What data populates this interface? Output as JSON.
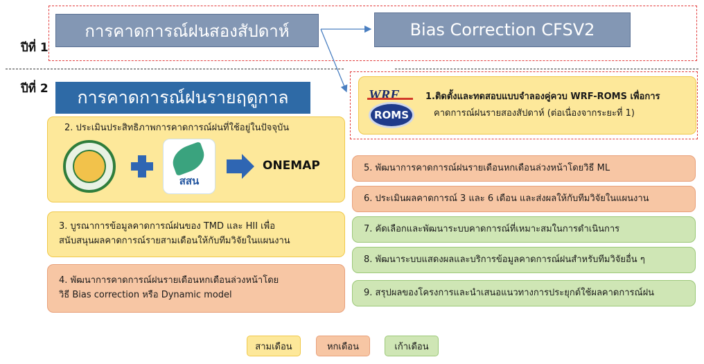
{
  "year1_label": "ปีที่ 1",
  "year2_label": "ปีที่ 2",
  "year1_title": "การคาดการณ์ฝนสองสัปดาห์",
  "bias_title": "Bias Correction CFSV2",
  "year2_title": "การคาดการณ์ฝนรายฤดูกาล",
  "item1_line1": "1.ติดตั้งและทดสอบแบบจำลองคู่ควบ WRF-ROMS เพื่อการ",
  "item1_line2": "คาดการณ์ฝนรายสองสัปดาห์ (ต่อเนื่องจากระยะที่ 1)",
  "wrf_logo": "WRF",
  "roms_logo": "ROMS",
  "item2": "2. ประเมินประสิทธิภาพการคาดการณ์ฝนที่ใช้อยู่ในปัจจุบัน",
  "hii_logo_text": "สสน",
  "onemap": "ONEMAP",
  "item3_line1": "3. บูรณาการข้อมูลคาดการณ์ฝนของ TMD และ HII เพื่อ",
  "item3_line2": "สนับสนุนผลคาดการณ์รายสามเดือนให้กับทีมวิจัยในแผนงาน",
  "item4_line1": "4. พัฒนาการคาดการณ์ฝนรายเดือนหกเดือนล่วงหน้าโดย",
  "item4_line2": "วิธี Bias correction หรือ Dynamic model",
  "item5": "5. พัฒนาการคาดการณ์ฝนรายเดือนหกเดือนล่วงหน้าโดยวิธี ML",
  "item6": "6. ประเมินผลคาดการณ์ 3 และ 6 เดือน และส่งผลให้กับทีมวิจัยในแผนงาน",
  "item7": "7. คัดเลือกและพัฒนาระบบคาดการณ์ที่เหมาะสมในการดำเนินการ",
  "item8": "8. พัฒนาระบบแสดงผลและบริการข้อมูลคาดการณ์ฝนสำหรับทีมวิจัยอื่น ๆ",
  "item9": "9. สรุปผลของโครงการและนำเสนอแนวทางการประยุกต์ใช้ผลคาดการณ์ฝน",
  "legend_three": "สามเดือน",
  "legend_six": "หกเดือน",
  "legend_nine": "เก้าเดือน",
  "colors": {
    "yellow": "#fde89a",
    "orange": "#f7c6a4",
    "green": "#cfe6b5",
    "title_gray_blue": "#8397b4",
    "title_blue": "#2e6aa6",
    "dash_red": "#e23b3b",
    "arrow_blue": "#4a7fc1"
  }
}
